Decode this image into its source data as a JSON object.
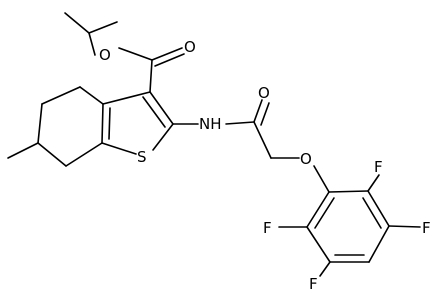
{
  "atoms": {
    "o_carbonyl_ester": "O",
    "o_ester": "O",
    "o_carbonyl_amide": "O",
    "nh": "NH",
    "s": "S",
    "o_ether": "O",
    "f_ortho_top": "F",
    "f_ortho_left": "F",
    "f_meta_right": "F",
    "f_meta_bottom": "F"
  }
}
